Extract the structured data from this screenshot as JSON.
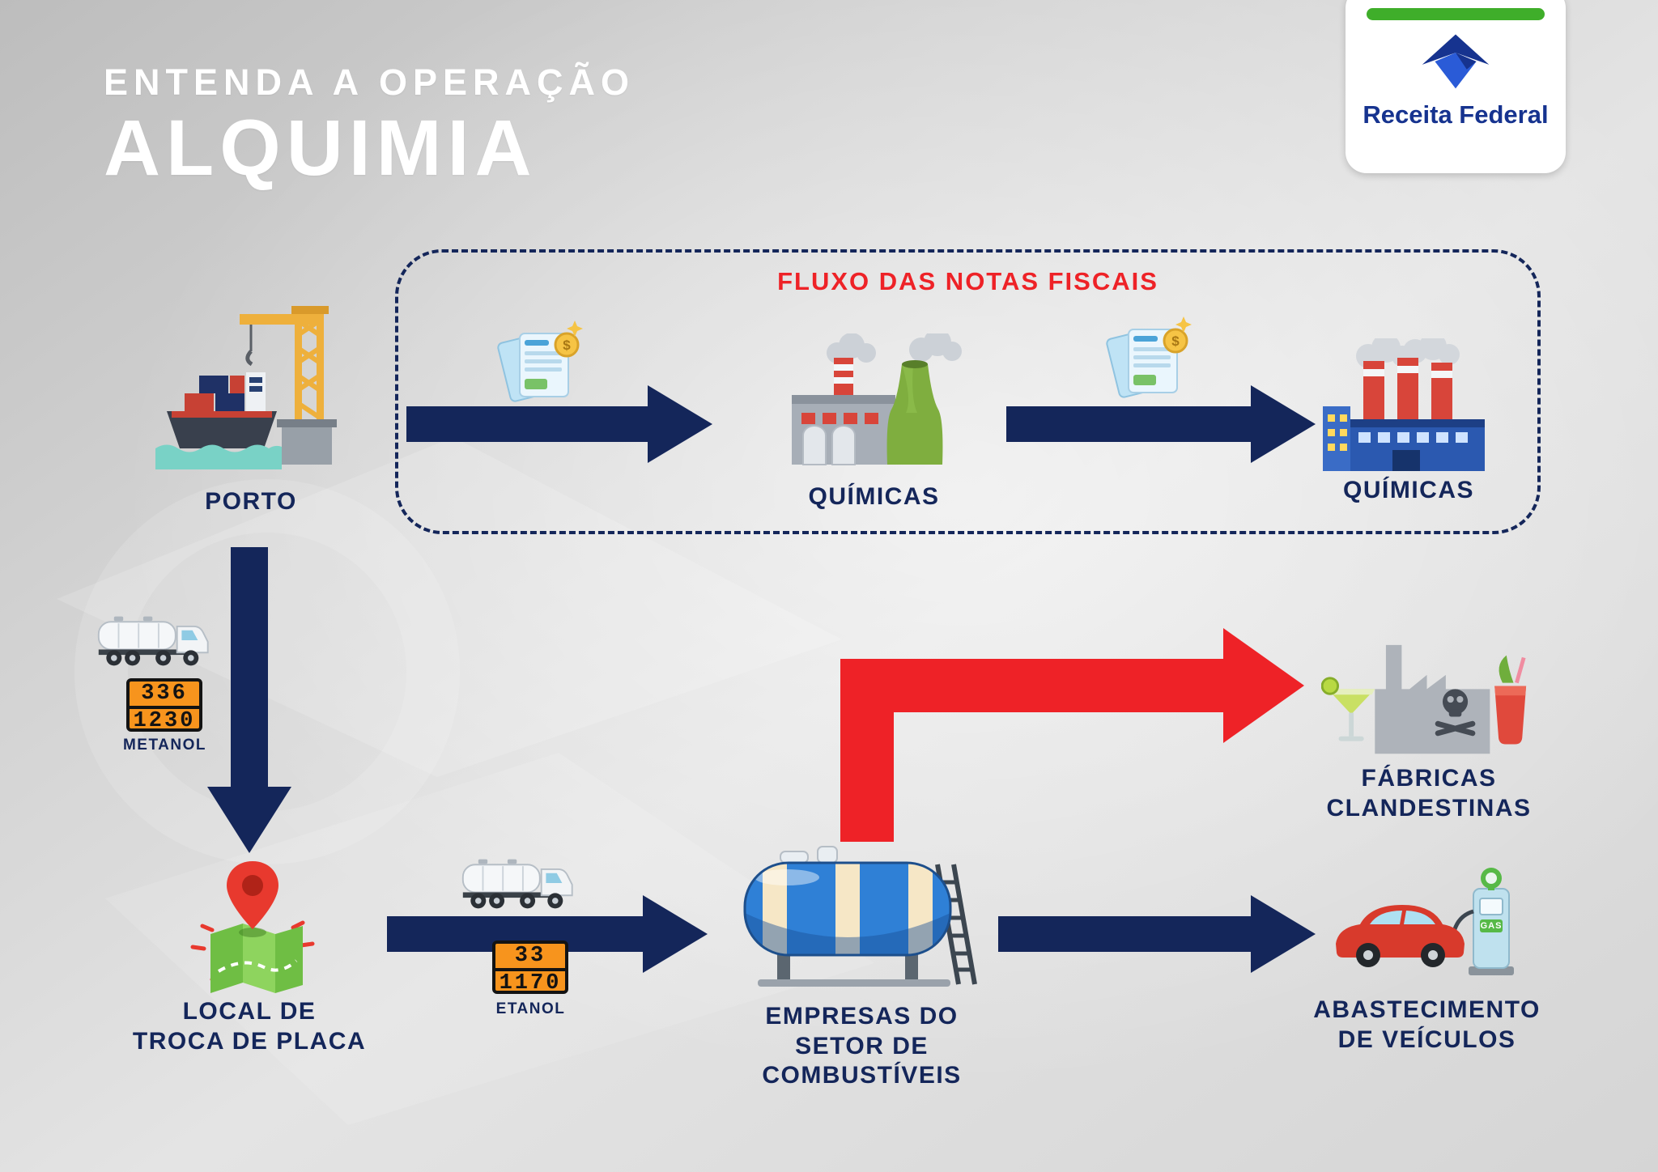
{
  "title": {
    "kicker": "ENTENDA A OPERAÇÃO",
    "name": "ALQUIMIA"
  },
  "logo": {
    "brand": "Receita Federal"
  },
  "flow_box": {
    "title": "FLUXO DAS NOTAS FISCAIS"
  },
  "nodes": {
    "porto": {
      "label": "PORTO"
    },
    "quimicas_1": {
      "label": "QUÍMICAS"
    },
    "quimicas_2": {
      "label": "QUÍMICAS"
    },
    "local_troca": {
      "label": "LOCAL DE\nTROCA DE PLACA"
    },
    "empresas_combustiveis": {
      "label": "EMPRESAS DO\nSETOR DE\nCOMBUSTÍVEIS"
    },
    "fabricas_clandestinas": {
      "label": "FÁBRICAS\nCLANDESTINAS"
    },
    "abastecimento": {
      "label": "ABASTECIMENTO\nDE VEÍCULOS"
    }
  },
  "cargo": {
    "metanol": {
      "plate_top": "336",
      "plate_bottom": "1230",
      "label": "METANOL"
    },
    "etanol": {
      "plate_top": "33",
      "plate_bottom": "1170",
      "label": "ETANOL"
    }
  },
  "pump": {
    "gas_label": "GAS"
  },
  "colors": {
    "navy": "#14265a",
    "red": "#ee2227",
    "hazard_orange": "#f7941d",
    "logo_green": "#3fae2a",
    "brand_blue": "#16338f"
  }
}
